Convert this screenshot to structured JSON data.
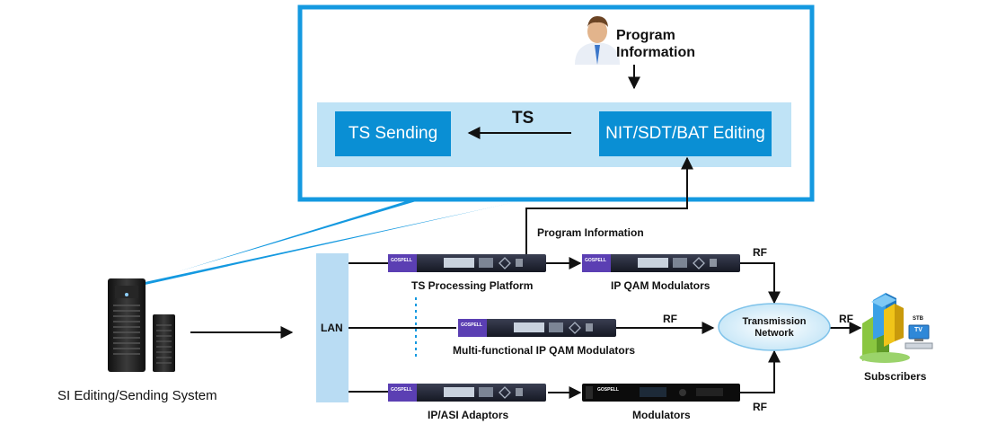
{
  "callout": {
    "program_information": "Program\nInformation",
    "ts_sending": "TS Sending",
    "ts_arrow_label": "TS",
    "nit_editing": "NIT/SDT/BAT Editing"
  },
  "system_label": "SI Editing/Sending System",
  "lan_label": "LAN",
  "program_information_label": "Program Information",
  "rf_label": "RF",
  "devices": {
    "ts_processing": "TS Processing Platform",
    "ip_qam": "IP QAM Modulators",
    "multi_qam": "Multi-functional IP QAM Modulators",
    "ip_asi": "IP/ASI Adaptors",
    "modulators": "Modulators"
  },
  "brand": "GOSPELL",
  "network": "Transmission\nNetwork",
  "subscribers": "Subscribers",
  "stb": "STB",
  "tv": "TV",
  "colors": {
    "accent_blue": "#1499e0",
    "panel_light": "#bfe3f6",
    "box_blue": "#0a8fd4",
    "lan_blue": "#b9dcf3"
  }
}
